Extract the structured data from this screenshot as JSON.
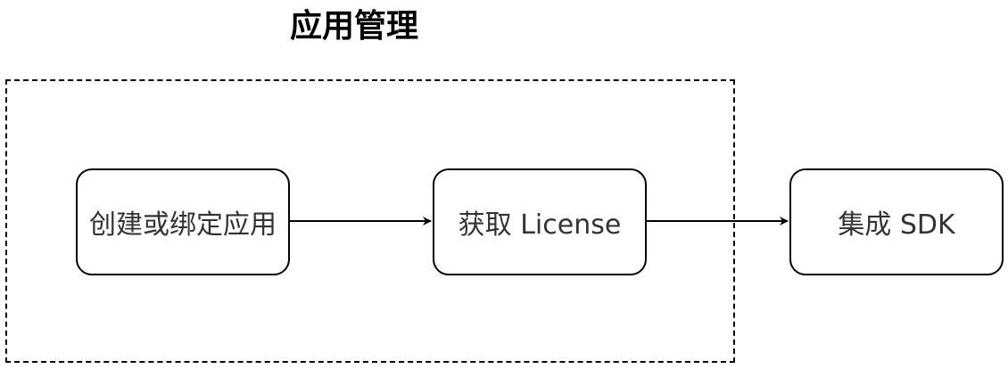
{
  "diagram": {
    "title": "应用管理",
    "nodes": [
      {
        "id": "create",
        "label": "创建或绑定应用"
      },
      {
        "id": "license",
        "label": "获取 License"
      },
      {
        "id": "sdk",
        "label": "集成 SDK"
      }
    ],
    "edges": [
      {
        "from": "create",
        "to": "license"
      },
      {
        "from": "license",
        "to": "sdk"
      }
    ],
    "group": {
      "contains": [
        "create",
        "license"
      ]
    }
  },
  "colors": {
    "stroke": "#000000",
    "node_text": "#333333",
    "background": "#ffffff"
  }
}
